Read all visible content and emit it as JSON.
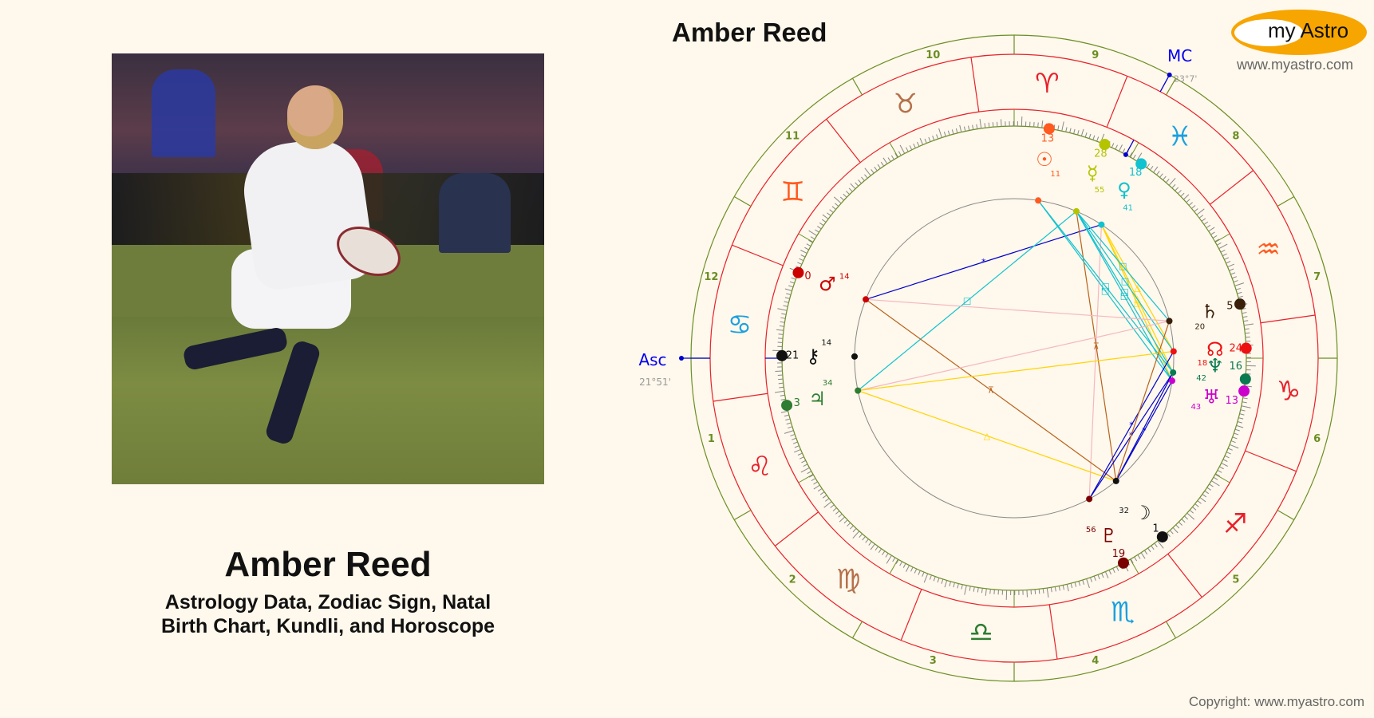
{
  "person": {
    "name": "Amber Reed",
    "subtitle_line1": "Astrology Data, Zodiac Sign, Natal",
    "subtitle_line2": "Birth Chart, Kundli, and Horoscope"
  },
  "chart": {
    "title": "Amber Reed",
    "ascendant": {
      "label": "Asc",
      "degree": "21°51'",
      "longitude": 111.85
    },
    "midheaven": {
      "label": "MC",
      "degree": "23°7'",
      "longitude": 353.12
    },
    "house_numbers": [
      "1",
      "2",
      "3",
      "4",
      "5",
      "6",
      "7",
      "8",
      "9",
      "10",
      "11",
      "12"
    ],
    "signs": [
      {
        "name": "aries",
        "glyph": "♈",
        "color": "#e8202a"
      },
      {
        "name": "taurus",
        "glyph": "♉",
        "color": "#b5714a"
      },
      {
        "name": "gemini",
        "glyph": "♊",
        "color": "#ff5a1f"
      },
      {
        "name": "cancer",
        "glyph": "♋",
        "color": "#1aa0e0"
      },
      {
        "name": "leo",
        "glyph": "♌",
        "color": "#e8202a"
      },
      {
        "name": "virgo",
        "glyph": "♍",
        "color": "#b5714a"
      },
      {
        "name": "libra",
        "glyph": "♎",
        "color": "#2e7d32"
      },
      {
        "name": "scorpio",
        "glyph": "♏",
        "color": "#1aa0e0"
      },
      {
        "name": "sagittarius",
        "glyph": "♐",
        "color": "#e8202a"
      },
      {
        "name": "capricorn",
        "glyph": "♑",
        "color": "#e8202a"
      },
      {
        "name": "aquarius",
        "glyph": "♒",
        "color": "#ff5a1f"
      },
      {
        "name": "pisces",
        "glyph": "♓",
        "color": "#1aa0e0"
      }
    ],
    "planets": [
      {
        "name": "sun",
        "glyph": "☉",
        "deg": "13",
        "min": "11",
        "longitude": 13.18,
        "color": "#ff5a1f",
        "glyphR": 258,
        "degR": 283,
        "minR": 236
      },
      {
        "name": "mercury",
        "glyph": "☿",
        "deg": "28",
        "min": "55",
        "longitude": 358.9,
        "color": "#b5c400",
        "glyphR": 258,
        "degR": 283,
        "minR": 236
      },
      {
        "name": "venus",
        "glyph": "♀",
        "deg": "18",
        "min": "41",
        "longitude": 348.68,
        "color": "#11c2d0",
        "glyphR": 258,
        "degR": 283,
        "minR": 236
      },
      {
        "name": "mars",
        "glyph": "♂",
        "deg": "0",
        "min": "14",
        "longitude": 90.23,
        "color": "#cc0000",
        "glyphR": 258,
        "degR": 283,
        "minR": 236
      },
      {
        "name": "chiron",
        "glyph": "⚷",
        "deg": "21",
        "min": "14",
        "longitude": 111.23,
        "color": "#111111",
        "glyphR": 258,
        "degR": 283,
        "minR": 236
      },
      {
        "name": "jupiter",
        "glyph": "♃",
        "deg": "3",
        "min": "34",
        "longitude": 123.57,
        "color": "#2e7d32",
        "glyphR": 258,
        "degR": 283,
        "minR": 236
      },
      {
        "name": "pluto",
        "glyph": "♇",
        "deg": "19",
        "min": "56",
        "longitude": 229.93,
        "color": "#7a0000",
        "glyphR": 258,
        "degR": 283,
        "minR": 236
      },
      {
        "name": "moon",
        "glyph": "☽",
        "deg": "1",
        "min": "32",
        "longitude": 241.53,
        "color": "#111111",
        "glyphR": 258,
        "degR": 283,
        "minR": 236
      },
      {
        "name": "uranus",
        "glyph": "♅",
        "deg": "13",
        "min": "43",
        "longitude": 283.72,
        "color": "#cc00cc",
        "glyphR": 258,
        "degR": 283,
        "minR": 236
      },
      {
        "name": "neptune",
        "glyph": "♆",
        "deg": "16",
        "min": "42",
        "longitude": 286.7,
        "color": "#0a7a50",
        "glyphR": 258,
        "degR": 283,
        "minR": 236
      },
      {
        "name": "node",
        "glyph": "☊",
        "deg": "24",
        "min": "18",
        "longitude": 294.3,
        "color": "#ee1111",
        "glyphR": 258,
        "degR": 283,
        "minR": 236
      },
      {
        "name": "saturn",
        "glyph": "♄",
        "deg": "5",
        "min": "20",
        "longitude": 305.33,
        "color": "#3a1f0a",
        "glyphR": 258,
        "degR": 283,
        "minR": 236
      }
    ],
    "aspects": [
      {
        "a": "venus",
        "b": "mars",
        "color": "#0000cc",
        "symbol": "*"
      },
      {
        "a": "venus",
        "b": "node",
        "color": "#ffd400",
        "symbol": "△"
      },
      {
        "a": "venus",
        "b": "neptune",
        "color": "#ffd400",
        "symbol": "△"
      },
      {
        "a": "venus",
        "b": "uranus",
        "color": "#ffd400",
        "symbol": "△"
      },
      {
        "a": "venus",
        "b": "pluto",
        "color": "#f4b8c0",
        "symbol": ""
      },
      {
        "a": "mercury",
        "b": "jupiter",
        "color": "#11c2d0",
        "symbol": "□"
      },
      {
        "a": "mercury",
        "b": "moon",
        "color": "#b8621b",
        "symbol": "⊼"
      },
      {
        "a": "mercury",
        "b": "saturn",
        "color": "#11c2d0",
        "symbol": "□"
      },
      {
        "a": "mercury",
        "b": "node",
        "color": "#11c2d0",
        "symbol": "□"
      },
      {
        "a": "mercury",
        "b": "neptune",
        "color": "#11c2d0",
        "symbol": "□"
      },
      {
        "a": "mercury",
        "b": "uranus",
        "color": "#11c2d0",
        "symbol": "□"
      },
      {
        "a": "sun",
        "b": "neptune",
        "color": "#11c2d0",
        "symbol": "□"
      },
      {
        "a": "sun",
        "b": "uranus",
        "color": "#11c2d0",
        "symbol": "□"
      },
      {
        "a": "mars",
        "b": "moon",
        "color": "#b8621b",
        "symbol": "⊼"
      },
      {
        "a": "mars",
        "b": "saturn",
        "color": "#f4b8c0",
        "symbol": ""
      },
      {
        "a": "jupiter",
        "b": "saturn",
        "color": "#f4b8c0",
        "symbol": ""
      },
      {
        "a": "jupiter",
        "b": "moon",
        "color": "#ffd400",
        "symbol": "△"
      },
      {
        "a": "jupiter",
        "b": "node",
        "color": "#ffd400",
        "symbol": ""
      },
      {
        "a": "pluto",
        "b": "node",
        "color": "#0000cc",
        "symbol": "*"
      },
      {
        "a": "pluto",
        "b": "neptune",
        "color": "#0000cc",
        "symbol": "*"
      },
      {
        "a": "moon",
        "b": "uranus",
        "color": "#0000cc",
        "symbol": "*"
      },
      {
        "a": "moon",
        "b": "neptune",
        "color": "#0000cc",
        "symbol": ""
      },
      {
        "a": "saturn",
        "b": "moon",
        "color": "#b8621b",
        "symbol": ""
      }
    ]
  },
  "branding": {
    "logo_text": "my Astro",
    "site_url": "www.myastro.com",
    "copyright": "Copyright: www.myastro.com"
  }
}
